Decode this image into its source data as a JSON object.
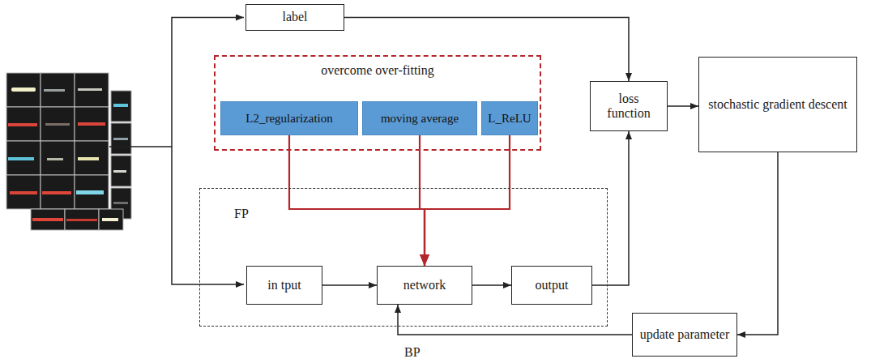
{
  "diagram": {
    "nodes": [
      {
        "text": [
          "label"
        ]
      },
      {
        "text": [
          "overcome over-fitting"
        ]
      },
      {
        "text": [
          "L2_regularization"
        ],
        "in": 1
      },
      {
        "text": [
          "moving average"
        ],
        "in": 1
      },
      {
        "text": [
          "L_ReLU"
        ],
        "in": 1
      },
      {
        "text": [
          "loss function"
        ]
      },
      {
        "text": [
          "stochastic gradient descent"
        ]
      },
      {
        "text": [
          "FP"
        ]
      },
      {
        "text": [
          "in tput"
        ],
        "in": 7
      },
      {
        "text": [
          "network"
        ],
        "in": 7
      },
      {
        "text": [
          "output"
        ],
        "in": 7
      },
      {
        "text": [
          "update parameter"
        ]
      }
    ],
    "edges": [
      {
        "from": 0,
        "to": 5,
        "arrow": "to"
      },
      {
        "from": 5,
        "to": 6,
        "arrow": "to"
      },
      {
        "from": 6,
        "to": 11,
        "arrow": "to"
      },
      {
        "from": 11,
        "to": 9,
        "arrow": "to"
      },
      {
        "from": 2,
        "to": 9,
        "arrow": "to"
      },
      {
        "from": 3,
        "to": 9,
        "arrow": "to"
      },
      {
        "from": 4,
        "to": 9,
        "arrow": "to"
      },
      {
        "from": 8,
        "to": 9,
        "arrow": "to"
      },
      {
        "from": 9,
        "to": 10,
        "arrow": "to"
      },
      {
        "from": 10,
        "to": 5,
        "arrow": "to"
      }
    ],
    "labels": [
      "BP"
    ]
  }
}
